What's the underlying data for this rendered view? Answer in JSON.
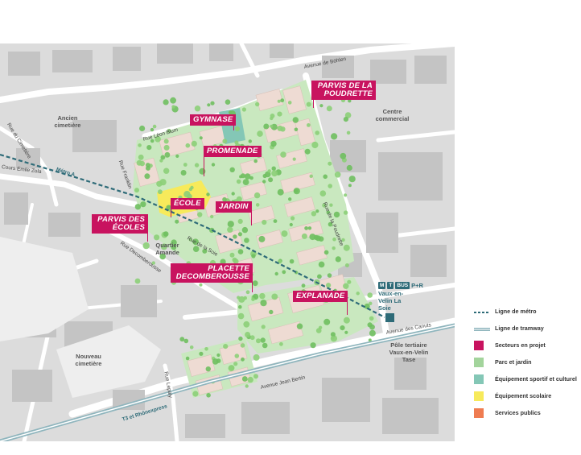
{
  "labels": {
    "parvis_poudrette": "PARVIS DE LA POUDRETTE",
    "gymnase": "GYMNASE",
    "promenade": "PROMENADE",
    "ecole": "ÉCOLE",
    "jardin": "JARDIN",
    "parvis_ecoles": "PARVIS DES ÉCOLES",
    "placette": "PLACETTE DECOMBEROUSSE",
    "explanade": "EXPLANADE"
  },
  "places": {
    "ancien_cimetiere": "Ancien cimetière",
    "centre_commercial": "Centre commercial",
    "quartier_amande": "Quartier Amande",
    "nouveau_cimetiere": "Nouveau cimetière",
    "pole_tertiaire": "Pôle tertiaire Vaux-en-Velin Tase"
  },
  "streets": {
    "avenue_bohlen": "Avenue de Böhlen",
    "rue_leon_blum": "Rue Léon Blum",
    "rue_cimetiere": "Rue du Cimetière",
    "cours_emile_zola": "Cours Emile Zola",
    "metro_a": "Métro A",
    "rue_franklin": "Rue Franklin",
    "rue_poudrette": "Rue de la Poudrette",
    "rue_soie": "Rue de la Soie",
    "rue_decomberousse": "Rue Decomberousse",
    "avenue_canuts": "Avenue des Canuts",
    "avenue_jean_bertin": "Avenue Jean Bertin",
    "rue_lepaly": "Rue Lepaly",
    "t3_rhonexpress": "T3 et Rhônexpress"
  },
  "station": {
    "badges": [
      "M",
      "T",
      "BUS"
    ],
    "pr": "P+R",
    "name": "Vaux-en-Velin La Soie"
  },
  "legend": [
    {
      "label": "Ligne de métro",
      "kind": "dashed-line",
      "color": "#2e6b78"
    },
    {
      "label": "Ligne de tramway",
      "kind": "double-line",
      "color": "#8fb5bd"
    },
    {
      "label": "Secteurs en projet",
      "kind": "swatch",
      "color": "#c8135f"
    },
    {
      "label": "Parc et jardin",
      "kind": "swatch",
      "color": "#a3d49c"
    },
    {
      "label": "Équipement sportif et culturel",
      "kind": "swatch",
      "color": "#84c7b6"
    },
    {
      "label": "Équipement scolaire",
      "kind": "swatch",
      "color": "#f7ea5b"
    },
    {
      "label": "Services publics",
      "kind": "swatch",
      "color": "#ef7c51"
    }
  ]
}
